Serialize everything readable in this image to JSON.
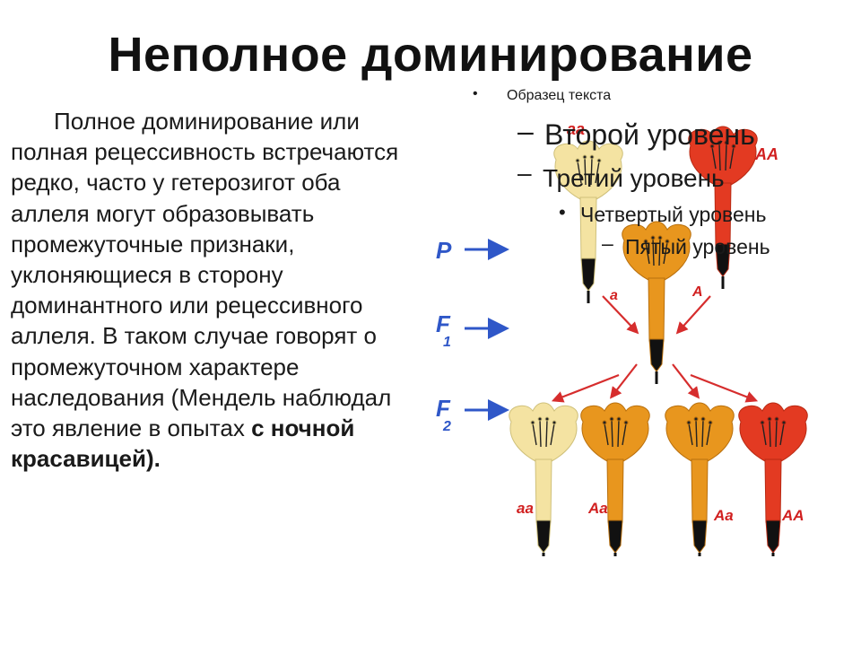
{
  "slide": {
    "title": "Неполное доминирование",
    "body_part1": "Полное доминирование или полная рецессивность встречаются редко, часто у гетерозигот оба аллеля могут образовывать промежуточные признаки, уклоняющиеся в сторону доминантного или рецессивного аллеля. В таком случае говорят о промежуточном характере наследования (Мендель наблюдал это явление в опытах ",
    "body_bold": "с ночной красавицей)."
  },
  "placeholder": {
    "level1": "Образец текста",
    "level2": "Второй уровень",
    "level3": "Третий уровень",
    "level4": "Четвертый уровень",
    "level5": "Пятый уровень"
  },
  "diagram": {
    "generations": {
      "p": "P",
      "f1": "F",
      "f1_sub": "1",
      "f2": "F",
      "f2_sub": "2"
    },
    "parent_labels": {
      "left": "aa",
      "right": "AA"
    },
    "gamete_labels": {
      "left": "a",
      "right": "A"
    },
    "f2_labels": [
      "aa",
      "Aa",
      "Aa",
      "AA"
    ],
    "colors": {
      "white_flower": "#f4e3a2",
      "orange_flower": "#e8961e",
      "red_flower": "#e33a22",
      "arrow_blue": "#2f57c8",
      "arrow_red": "#d62d2d",
      "label_red": "#d12020"
    }
  }
}
